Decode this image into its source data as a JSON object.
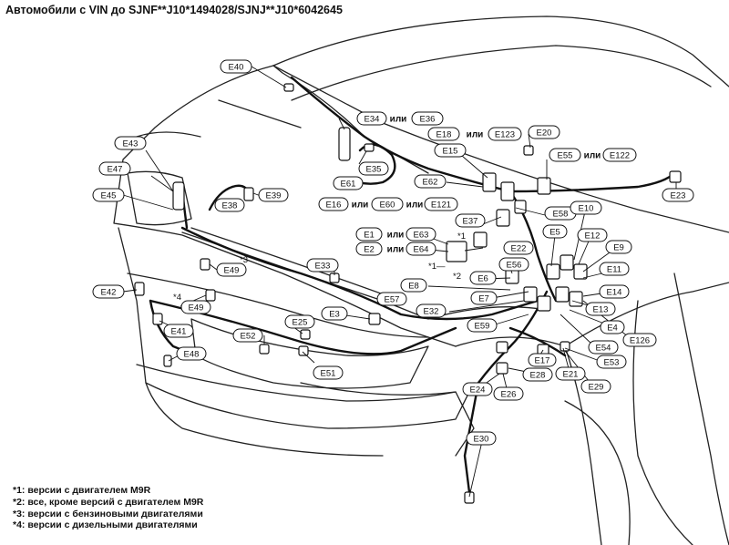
{
  "title": "Автомобили с VIN до SJNF**J10*1494028/SJNJ**J10*6042645",
  "connector_labels": {
    "E40": "E40",
    "E34": "E34",
    "or1": "или",
    "E36": "E36",
    "E18": "E18",
    "or2": "или",
    "E123": "E123",
    "E20": "E20",
    "E43": "E43",
    "E15": "E15",
    "E55": "E55",
    "or3": "или",
    "E122": "E122",
    "E47": "E47",
    "E35": "E35",
    "E23": "E23",
    "E45": "E45",
    "E39": "E39",
    "E61": "E61",
    "E62": "E62",
    "E38": "E38",
    "E16": "E16",
    "or4": "или",
    "E60": "E60",
    "or5": "или",
    "E121": "E121",
    "E58": "E58",
    "E10": "E10",
    "E37": "E37",
    "E1": "E1",
    "or6": "или",
    "E63": "E63",
    "E5": "E5",
    "E12": "E12",
    "E2": "E2",
    "or7": "или",
    "E64": "E64",
    "E22": "E22",
    "E9": "E9",
    "E33": "E33",
    "E56": "E56",
    "E11": "E11",
    "E49a": "E49",
    "E6": "E6",
    "E8": "E8",
    "E42": "E42",
    "E14": "E14",
    "E57": "E57",
    "E7": "E7",
    "E49b": "E49",
    "E13": "E13",
    "E3": "E3",
    "E32": "E32",
    "E25": "E25",
    "E4": "E4",
    "E59": "E59",
    "E41": "E41",
    "E52": "E52",
    "E126": "E126",
    "E54": "E54",
    "E48": "E48",
    "E53": "E53",
    "E17": "E17",
    "E51": "E51",
    "E28": "E28",
    "E21": "E21",
    "E24": "E24",
    "E26": "E26",
    "E29": "E29",
    "E30": "E30"
  },
  "marks": {
    "m1": "*1",
    "m2": "*2",
    "m3": "*3",
    "m4": "*4",
    "m1b": "*1—",
    "m2b": "*2"
  },
  "notes": [
    "*1: версии с двигателем M9R",
    "*2: все, кроме версий с двигателем M9R",
    "*3: версии с бензиновыми двигателями",
    "*4: версии с дизельными двигателями"
  ]
}
